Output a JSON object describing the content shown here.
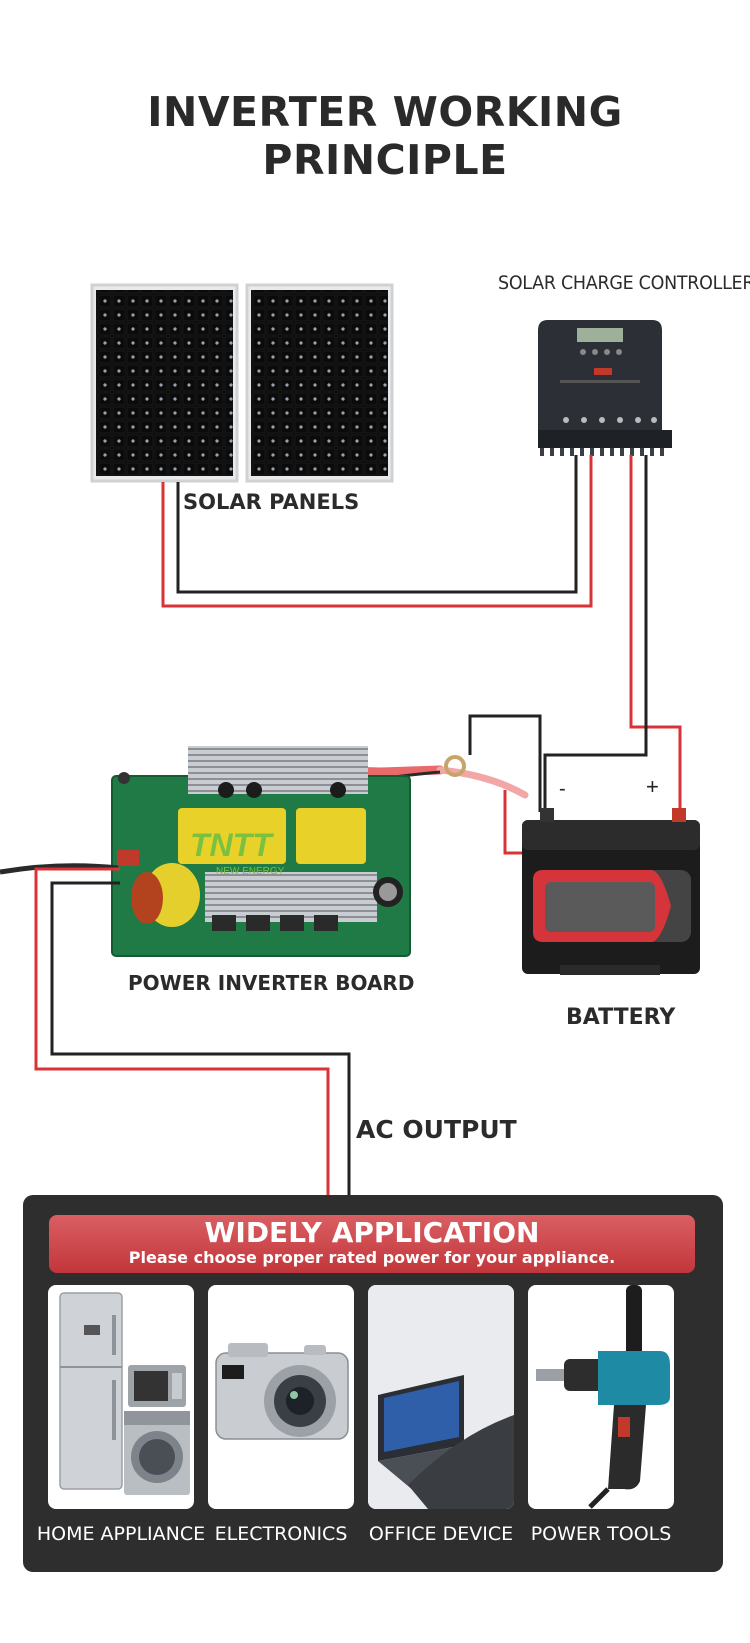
{
  "title": "INVERTER WORKING PRINCIPLE",
  "labels": {
    "solar_charge_controller": "SOLAR CHARGE CONTROLLER",
    "solar_panels": "SOLAR PANELS",
    "power_inverter_board": "POWER INVERTER BOARD",
    "battery": "BATTERY",
    "battery_minus": "-",
    "battery_plus": "+",
    "ac_output": "AC OUTPUT",
    "board_brand": "TNTT",
    "board_brand_sub": "NEW ENERGY"
  },
  "colors": {
    "wire_red": "#d93338",
    "wire_black": "#222222",
    "panel_bg": "#2e2e2e",
    "banner": "#cf4a4f"
  },
  "application": {
    "title": "WIDELY APPLICATION",
    "subtitle": "Please choose proper rated power for your appliance.",
    "items": [
      {
        "label": "HOME APPLIANCE",
        "icon": "fridge-washer-icon"
      },
      {
        "label": "ELECTRONICS",
        "icon": "camera-icon"
      },
      {
        "label": "OFFICE DEVICE",
        "icon": "laptop-icon"
      },
      {
        "label": "POWER TOOLS",
        "icon": "drill-icon"
      }
    ]
  }
}
